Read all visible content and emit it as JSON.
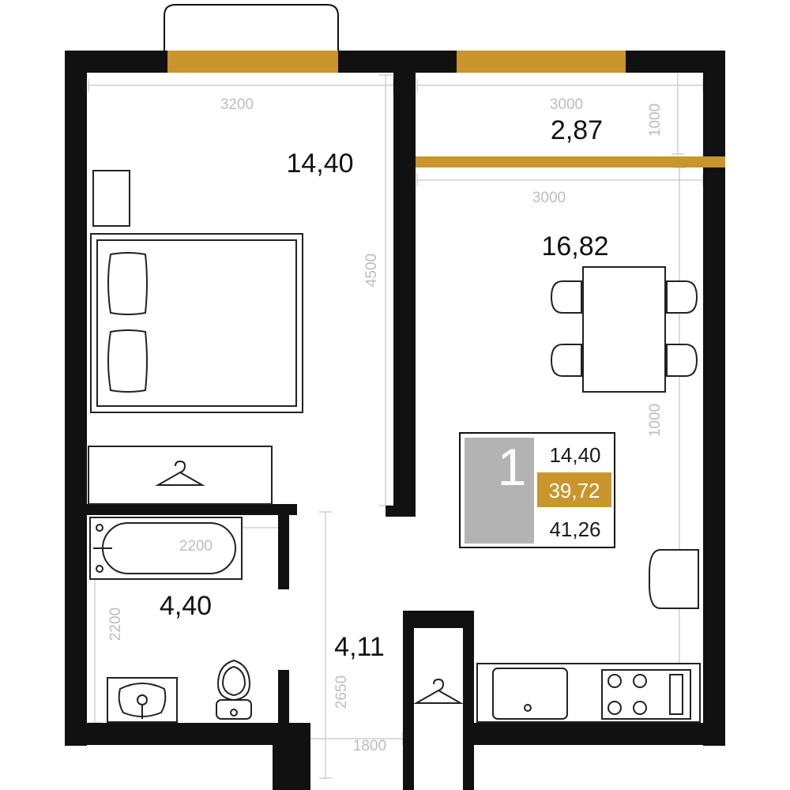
{
  "colors": {
    "wall": "#111111",
    "window": "#c9952c",
    "badge_gray": "#b3b3b3",
    "dimension": "#bdbdbd"
  },
  "icons": [
    "hanger-icon",
    "bed-icon",
    "bathtub-icon",
    "toilet-icon",
    "sink-icon",
    "stove-icon",
    "table-icon"
  ],
  "rooms": {
    "bedroom": "14,40",
    "loggia": "2,87",
    "kitchen_living": "16,82",
    "bathroom": "4,40",
    "hallway": "4,11"
  },
  "dimensions": {
    "bedroom_width": "3200",
    "bedroom_length": "4500",
    "loggia_width": "3000",
    "loggia_depth": "1000",
    "kitchen_width": "3000",
    "kitchen_side": "1000",
    "bath_width": "2200",
    "bath_length": "2200",
    "hall_length": "2650",
    "hall_width": "1800"
  },
  "badge": {
    "room_count": "1",
    "living_area": "14,40",
    "total_area": "39,72",
    "total_with_loggia": "41,26"
  }
}
